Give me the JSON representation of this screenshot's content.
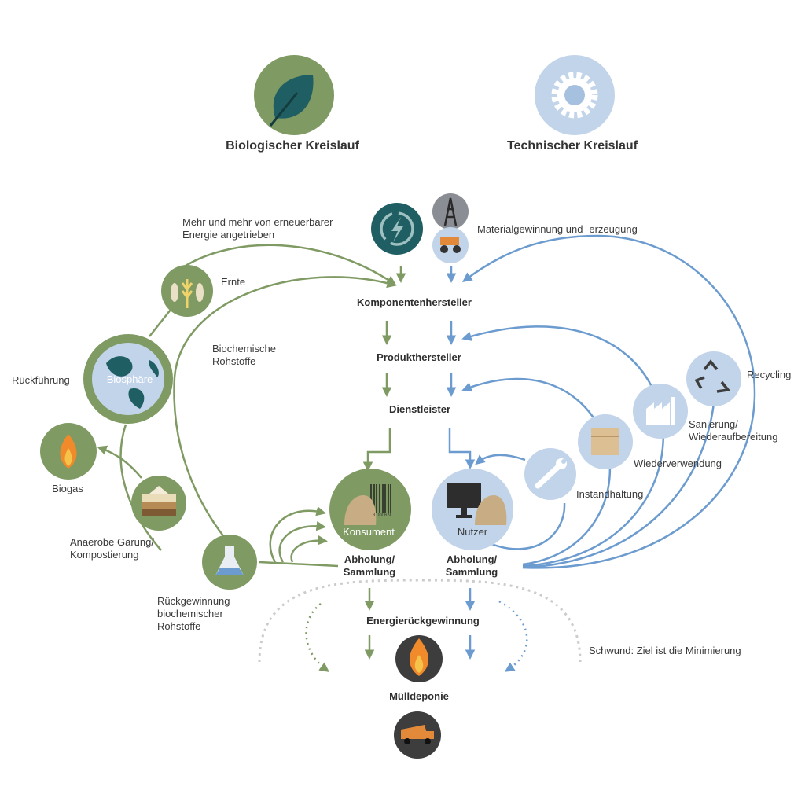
{
  "headers": {
    "biological": "Biologischer Kreislauf",
    "technical": "Technischer Kreislauf"
  },
  "labels": {
    "renewable": "Mehr und mehr von erneuerbarer\nEnergie angetrieben",
    "material": "Materialgewinnung und -erzeugung",
    "components": "Komponentenhersteller",
    "products": "Produkthersteller",
    "services": "Dienstleister",
    "harvest": "Ernte",
    "biochemical": "Biochemische\nRohstoffe",
    "return": "Rückführung",
    "biosphere": "Biosphäre",
    "biogas": "Biogas",
    "anaerobic": "Anaerobe Gärung/\nKompostierung",
    "recovery": "Rückgewinnung\nbiochemischer\nRohstoffe",
    "consumer": "Konsument",
    "user": "Nutzer",
    "collection_bio": "Abholung/\nSammlung",
    "collection_tech": "Abholung/\nSammlung",
    "recycling": "Recycling",
    "refurbish": "Sanierung/\nWiederaufbereitung",
    "reuse": "Wiederverwendung",
    "maintenance": "Instandhaltung",
    "energy_recovery": "Energierückgewinnung",
    "leakage": "Schwund: Ziel ist die Minimierung",
    "landfill": "Mülldeponie",
    "barcode": "3 0006 9"
  },
  "icons": {
    "biological": "leaf-icon",
    "technical": "gear-icon",
    "renewable": "renewable-energy-icon",
    "oil_rig": "oil-rig-icon",
    "mining": "mining-truck-icon",
    "harvest": "wheat-fish-icon",
    "biosphere": "globe-icon",
    "biogas": "flame-icon",
    "anaerobic": "soil-icon",
    "recovery": "flask-icon",
    "consumer": "consumer-barcode-icon",
    "user": "monitor-user-icon",
    "recycling": "recycling-icon",
    "refurbish": "factory-icon",
    "reuse": "box-icon",
    "maintenance": "wrench-icon",
    "energy": "fire-icon",
    "landfill": "dump-truck-icon"
  },
  "colors": {
    "bio_green": "#7f9b63",
    "bio_dark": "#6f8a56",
    "tech_blue": "#6b9bcf",
    "tech_light": "#c2d4ea",
    "teal": "#1f5f63",
    "dark": "#3d3d3d",
    "leakage": "#cccccc"
  }
}
